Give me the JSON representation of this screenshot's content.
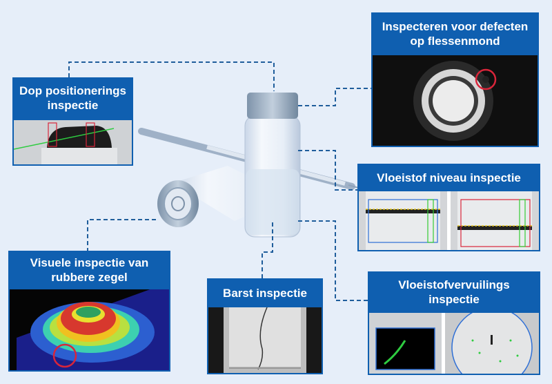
{
  "colors": {
    "panel_blue": "#0f5fb0",
    "background": "#e6eef9",
    "connector": "#1f5d9b",
    "highlight_red": "#d9253a",
    "highlight_green": "#33cc33"
  },
  "panels": {
    "cap_position": {
      "title": "Dop positionerings inspectie"
    },
    "bottle_mouth": {
      "title": "Inspecteren voor defecten op flessenmond"
    },
    "liquid_level": {
      "title": "Vloeistof niveau inspectie"
    },
    "rubber_seal": {
      "title": "Visuele inspectie van rubbere zegel"
    },
    "crack": {
      "title": "Barst inspectie"
    },
    "contamination": {
      "title": "Vloeistofvervuilings inspectie"
    }
  },
  "icons": {
    "central": "vial-and-syringe-photo",
    "cap_position": "camera-cap-image",
    "bottle_mouth": "camera-bottle-mouth-image",
    "liquid_level": "camera-liquid-level-image",
    "rubber_seal": "heatmap-seal-image",
    "crack": "camera-crack-image",
    "contamination": "camera-contamination-image"
  }
}
